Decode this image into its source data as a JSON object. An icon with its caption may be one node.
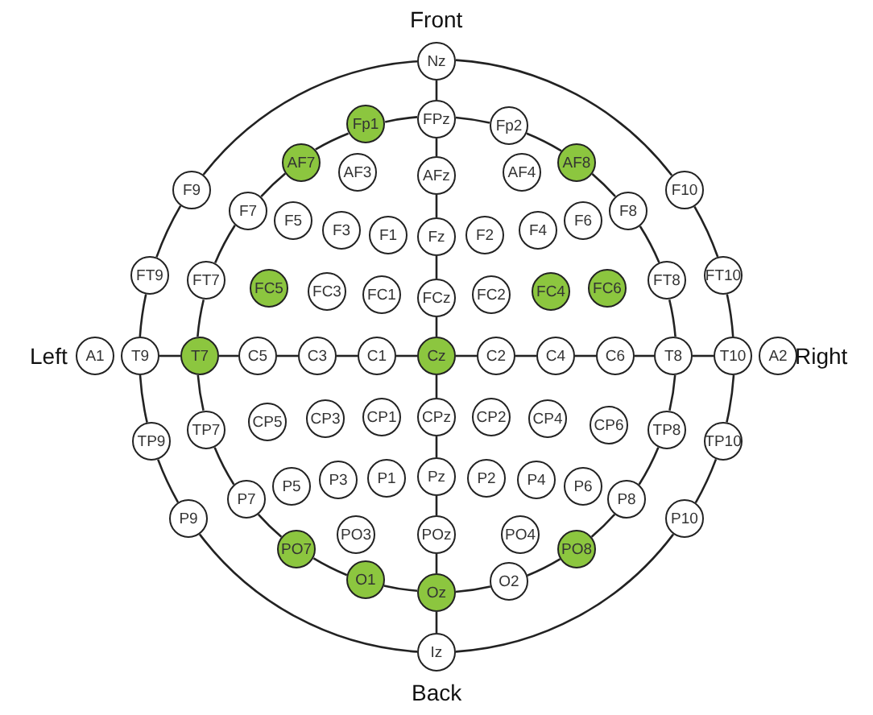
{
  "diagram": {
    "nodes": [
      {
        "text": [
          "Nz"
        ]
      },
      {
        "text": [
          "Fp1"
        ]
      },
      {
        "text": [
          "FPz"
        ]
      },
      {
        "text": [
          "Fp2"
        ]
      },
      {
        "text": [
          "AF7"
        ]
      },
      {
        "text": [
          "AF3"
        ]
      },
      {
        "text": [
          "AFz"
        ]
      },
      {
        "text": [
          "AF4"
        ]
      },
      {
        "text": [
          "AF8"
        ]
      },
      {
        "text": [
          "F9"
        ]
      },
      {
        "text": [
          "F7"
        ]
      },
      {
        "text": [
          "F5"
        ]
      },
      {
        "text": [
          "F3"
        ]
      },
      {
        "text": [
          "F1"
        ]
      },
      {
        "text": [
          "Fz"
        ]
      },
      {
        "text": [
          "F2"
        ]
      },
      {
        "text": [
          "F4"
        ]
      },
      {
        "text": [
          "F6"
        ]
      },
      {
        "text": [
          "F8"
        ]
      },
      {
        "text": [
          "F10"
        ]
      },
      {
        "text": [
          "FT9"
        ]
      },
      {
        "text": [
          "FT7"
        ]
      },
      {
        "text": [
          "FC5"
        ]
      },
      {
        "text": [
          "FC3"
        ]
      },
      {
        "text": [
          "FC1"
        ]
      },
      {
        "text": [
          "FCz"
        ]
      },
      {
        "text": [
          "FC2"
        ]
      },
      {
        "text": [
          "FC4"
        ]
      },
      {
        "text": [
          "FC6"
        ]
      },
      {
        "text": [
          "FT8"
        ]
      },
      {
        "text": [
          "FT10"
        ]
      },
      {
        "text": [
          "A1"
        ]
      },
      {
        "text": [
          "T9"
        ]
      },
      {
        "text": [
          "T7"
        ]
      },
      {
        "text": [
          "C5"
        ]
      },
      {
        "text": [
          "C3"
        ]
      },
      {
        "text": [
          "C1"
        ]
      },
      {
        "text": [
          "Cz"
        ]
      },
      {
        "text": [
          "C2"
        ]
      },
      {
        "text": [
          "C4"
        ]
      },
      {
        "text": [
          "C6"
        ]
      },
      {
        "text": [
          "T8"
        ]
      },
      {
        "text": [
          "T10"
        ]
      },
      {
        "text": [
          "A2"
        ]
      },
      {
        "text": [
          "TP9"
        ]
      },
      {
        "text": [
          "TP7"
        ]
      },
      {
        "text": [
          "CP5"
        ]
      },
      {
        "text": [
          "CP3"
        ]
      },
      {
        "text": [
          "CP1"
        ]
      },
      {
        "text": [
          "CPz"
        ]
      },
      {
        "text": [
          "CP2"
        ]
      },
      {
        "text": [
          "CP4"
        ]
      },
      {
        "text": [
          "CP6"
        ]
      },
      {
        "text": [
          "TP8"
        ]
      },
      {
        "text": [
          "TP10"
        ]
      },
      {
        "text": [
          "P9"
        ]
      },
      {
        "text": [
          "P7"
        ]
      },
      {
        "text": [
          "P5"
        ]
      },
      {
        "text": [
          "P3"
        ]
      },
      {
        "text": [
          "P1"
        ]
      },
      {
        "text": [
          "Pz"
        ]
      },
      {
        "text": [
          "P2"
        ]
      },
      {
        "text": [
          "P4"
        ]
      },
      {
        "text": [
          "P6"
        ]
      },
      {
        "text": [
          "P8"
        ]
      },
      {
        "text": [
          "P10"
        ]
      },
      {
        "text": [
          "PO7"
        ]
      },
      {
        "text": [
          "PO3"
        ]
      },
      {
        "text": [
          "POz"
        ]
      },
      {
        "text": [
          "PO4"
        ]
      },
      {
        "text": [
          "PO8"
        ]
      },
      {
        "text": [
          "O1"
        ]
      },
      {
        "text": [
          "Oz"
        ]
      },
      {
        "text": [
          "O2"
        ]
      },
      {
        "text": [
          "Iz"
        ]
      }
    ],
    "edges": [
      {
        "from": 0,
        "to": 2,
        "arrow": "none"
      },
      {
        "from": 2,
        "to": 6,
        "arrow": "none"
      },
      {
        "from": 6,
        "to": 14,
        "arrow": "none"
      },
      {
        "from": 14,
        "to": 25,
        "arrow": "none"
      },
      {
        "from": 25,
        "to": 37,
        "arrow": "none"
      },
      {
        "from": 37,
        "to": 49,
        "arrow": "none"
      },
      {
        "from": 49,
        "to": 60,
        "arrow": "none"
      },
      {
        "from": 60,
        "to": 68,
        "arrow": "none"
      },
      {
        "from": 68,
        "to": 72,
        "arrow": "none"
      },
      {
        "from": 72,
        "to": 74,
        "arrow": "none"
      },
      {
        "from": 32,
        "to": 33,
        "arrow": "none"
      },
      {
        "from": 33,
        "to": 34,
        "arrow": "none"
      },
      {
        "from": 34,
        "to": 35,
        "arrow": "none"
      },
      {
        "from": 35,
        "to": 36,
        "arrow": "none"
      },
      {
        "from": 36,
        "to": 37,
        "arrow": "none"
      },
      {
        "from": 37,
        "to": 38,
        "arrow": "none"
      },
      {
        "from": 38,
        "to": 39,
        "arrow": "none"
      },
      {
        "from": 39,
        "to": 40,
        "arrow": "none"
      },
      {
        "from": 40,
        "to": 41,
        "arrow": "none"
      },
      {
        "from": 41,
        "to": 42,
        "arrow": "none"
      },
      {
        "from": 2,
        "to": 1,
        "arrow": "none"
      },
      {
        "from": 1,
        "to": 4,
        "arrow": "none"
      },
      {
        "from": 4,
        "to": 10,
        "arrow": "none"
      },
      {
        "from": 10,
        "to": 21,
        "arrow": "none"
      },
      {
        "from": 21,
        "to": 33,
        "arrow": "none"
      },
      {
        "from": 33,
        "to": 45,
        "arrow": "none"
      },
      {
        "from": 45,
        "to": 56,
        "arrow": "none"
      },
      {
        "from": 56,
        "to": 66,
        "arrow": "none"
      },
      {
        "from": 66,
        "to": 71,
        "arrow": "none"
      },
      {
        "from": 71,
        "to": 72,
        "arrow": "none"
      },
      {
        "from": 72,
        "to": 73,
        "arrow": "none"
      },
      {
        "from": 73,
        "to": 70,
        "arrow": "none"
      },
      {
        "from": 70,
        "to": 64,
        "arrow": "none"
      },
      {
        "from": 64,
        "to": 53,
        "arrow": "none"
      },
      {
        "from": 53,
        "to": 41,
        "arrow": "none"
      },
      {
        "from": 41,
        "to": 29,
        "arrow": "none"
      },
      {
        "from": 29,
        "to": 18,
        "arrow": "none"
      },
      {
        "from": 18,
        "to": 8,
        "arrow": "none"
      },
      {
        "from": 8,
        "to": 3,
        "arrow": "none"
      },
      {
        "from": 3,
        "to": 2,
        "arrow": "none"
      },
      {
        "from": 0,
        "to": 9,
        "arrow": "none"
      },
      {
        "from": 9,
        "to": 20,
        "arrow": "none"
      },
      {
        "from": 20,
        "to": 32,
        "arrow": "none"
      },
      {
        "from": 32,
        "to": 44,
        "arrow": "none"
      },
      {
        "from": 44,
        "to": 55,
        "arrow": "none"
      },
      {
        "from": 55,
        "to": 74,
        "arrow": "none"
      },
      {
        "from": 74,
        "to": 65,
        "arrow": "none"
      },
      {
        "from": 65,
        "to": 54,
        "arrow": "none"
      },
      {
        "from": 54,
        "to": 42,
        "arrow": "none"
      },
      {
        "from": 42,
        "to": 30,
        "arrow": "none"
      },
      {
        "from": 30,
        "to": 19,
        "arrow": "none"
      },
      {
        "from": 19,
        "to": 0,
        "arrow": "none"
      }
    ],
    "labels": [
      "Front",
      "Left",
      "Right",
      "Back"
    ]
  }
}
